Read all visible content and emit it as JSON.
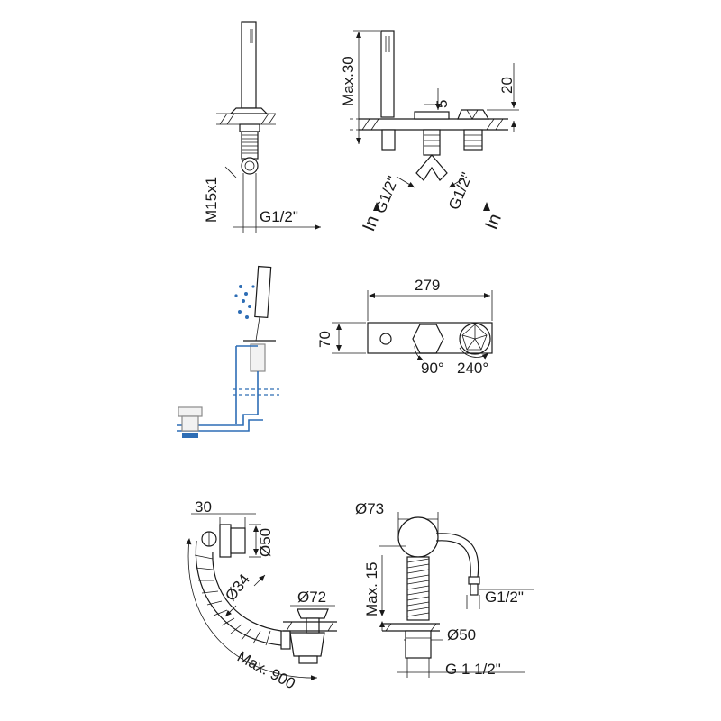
{
  "labels": {
    "m15x1": "M15x1",
    "g12_left": "G1/2\"",
    "max30": "Max.30",
    "five": "5",
    "twenty": "20",
    "g12_a": "G1/2\"",
    "g12_b": "G1/2\"",
    "in_a": "In",
    "in_b": "In",
    "w279": "279",
    "h70": "70",
    "deg90": "90°",
    "deg240": "240°",
    "thirty": "30",
    "d50_a": "Ø50",
    "d34": "Ø34",
    "d72": "Ø72",
    "max900": "Max. 900",
    "d73": "Ø73",
    "max15": "Max. 15",
    "g12_c": "G1/2\"",
    "d50_b": "Ø50",
    "g112": "G 1 1/2\""
  },
  "colors": {
    "line": "#1a1a1a",
    "accent": "#2d6db5"
  }
}
